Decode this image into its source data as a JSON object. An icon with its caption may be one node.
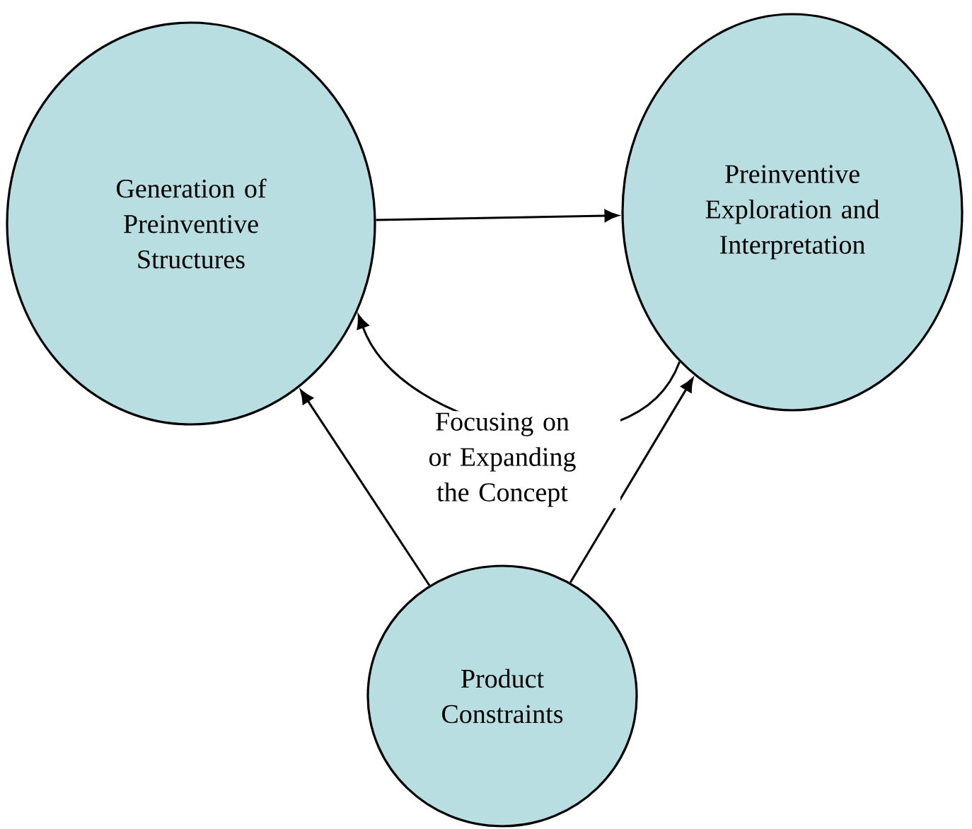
{
  "diagram": {
    "nodes": [
      {
        "text": [
          "Generation of Preinventive Structures"
        ]
      },
      {
        "text": [
          "Preinventive Exploration and Interpretation"
        ]
      },
      {
        "text": [
          "Product Constraints"
        ]
      }
    ],
    "edges": [
      {
        "from": 0,
        "to": 1,
        "arrow": "to"
      },
      {
        "from": 1,
        "to": 0,
        "arrow": "to",
        "label": "Focusing on or Expanding the Concept"
      },
      {
        "from": 2,
        "to": 0,
        "arrow": "to"
      },
      {
        "from": 2,
        "to": 1,
        "arrow": "to"
      }
    ]
  }
}
